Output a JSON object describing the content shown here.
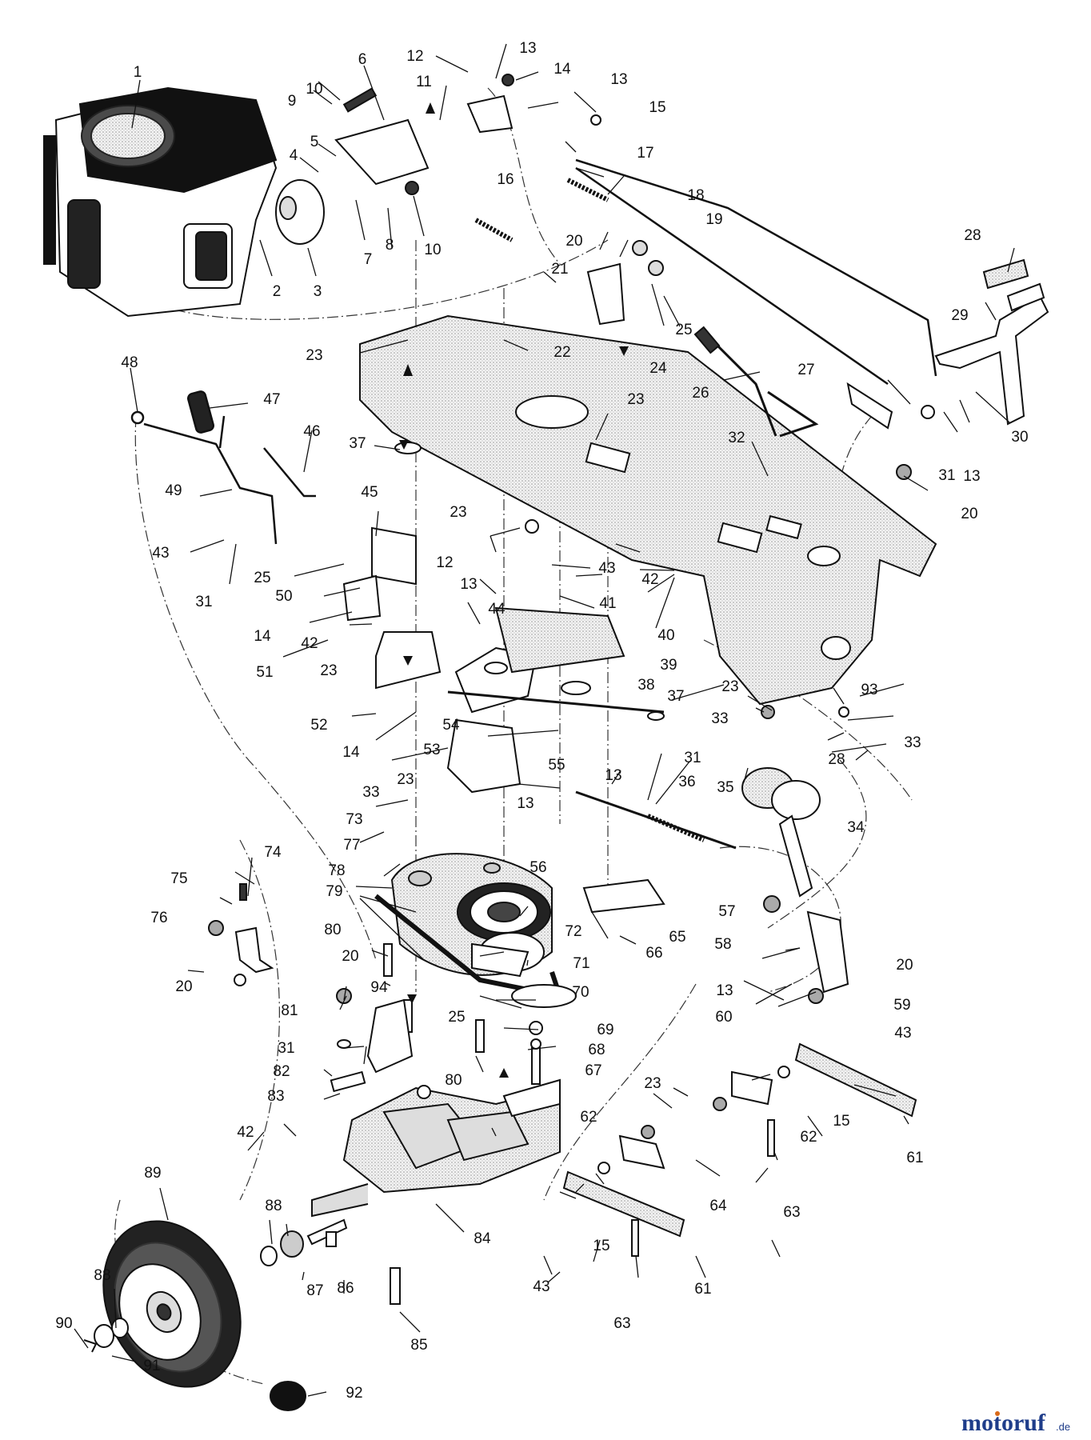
{
  "callouts": {
    "c1": "1",
    "c2": "2",
    "c3": "3",
    "c4": "4",
    "c5": "5",
    "c6": "6",
    "c7": "7",
    "c8": "8",
    "c9": "9",
    "c10": "10",
    "c10b": "10",
    "c11": "11",
    "c12": "12",
    "c13": "13",
    "c13b": "13",
    "c14": "14",
    "c15": "15",
    "c16": "16",
    "c17": "17",
    "c18": "18",
    "c19": "19",
    "c20": "20",
    "c21": "21",
    "c22": "22",
    "c23": "23",
    "c23b": "23",
    "c24": "24",
    "c25": "25",
    "c26": "26",
    "c27": "27",
    "c28": "28",
    "c29": "29",
    "c30": "30",
    "c31": "31",
    "c13c": "13",
    "c32": "32",
    "c20b": "20",
    "c48": "48",
    "c47": "47",
    "c46": "46",
    "c49": "49",
    "c37": "37",
    "c45": "45",
    "c23c": "23",
    "c43": "43",
    "c31b": "31",
    "c25b": "25",
    "c50": "50",
    "c12b": "12",
    "c13d": "13",
    "c43b": "43",
    "c41": "41",
    "c42": "42",
    "c44": "44",
    "c40": "40",
    "c14b": "14",
    "c42b": "42",
    "c51": "51",
    "c23d": "23",
    "c39": "39",
    "c38": "38",
    "c37b": "37",
    "c23e": "23",
    "c93": "93",
    "c33": "33",
    "c33b": "33",
    "c52": "52",
    "c54": "54",
    "c14c": "14",
    "c53": "53",
    "c55": "55",
    "c13e": "13",
    "c31c": "31",
    "c28b": "28",
    "c23f": "23",
    "c36": "36",
    "c35": "35",
    "c33c": "33",
    "c13f": "13",
    "c34": "34",
    "c73": "73",
    "c74": "74",
    "c77": "77",
    "c56": "56",
    "c75": "75",
    "c78": "78",
    "c79": "79",
    "c76": "76",
    "c72": "72",
    "c57": "57",
    "c80": "80",
    "c65": "65",
    "c66": "66",
    "c58": "58",
    "c20c": "20",
    "c71": "71",
    "c20d": "20",
    "c20e": "20",
    "c13g": "13",
    "c94": "94",
    "c70": "70",
    "c59": "59",
    "c81": "81",
    "c25c": "25",
    "c60": "60",
    "c69": "69",
    "c43c": "43",
    "c31d": "31",
    "c68": "68",
    "c82": "82",
    "c67": "67",
    "c80b": "80",
    "c23g": "23",
    "c83": "83",
    "c62": "62",
    "c15b": "15",
    "c42c": "42",
    "c62b": "62",
    "c61": "61",
    "c89": "89",
    "c64": "64",
    "c88": "88",
    "c84": "84",
    "c63": "63",
    "c88b": "88",
    "c15c": "15",
    "c87": "87",
    "c86": "86",
    "c43d": "43",
    "c61b": "61",
    "c90": "90",
    "c63b": "63",
    "c85": "85",
    "c91": "91",
    "c92": "92"
  },
  "watermark": {
    "name": "motoruf",
    "tld": ".de"
  },
  "colors": {
    "ink": "#111111",
    "stipple": "#d9d9d9",
    "wm_text": "#1f3d8a",
    "wm_dot": "#d96a1a"
  }
}
